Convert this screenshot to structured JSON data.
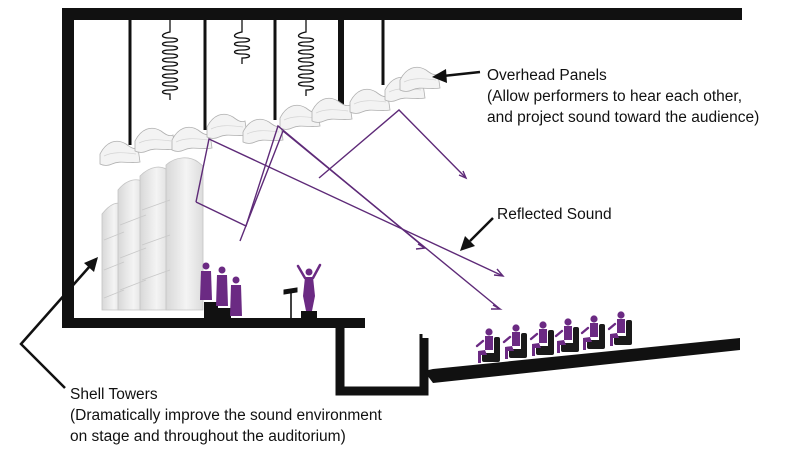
{
  "labels": {
    "overhead_panels": {
      "title": "Overhead Panels",
      "desc_line1": "(Allow performers to hear each other,",
      "desc_line2": "and project sound toward the audience)"
    },
    "reflected_sound": {
      "title": "Reflected Sound"
    },
    "shell_towers": {
      "title": "Shell Towers",
      "desc_line1": "(Dramatically improve the sound environment",
      "desc_line2": "on stage and throughout the auditorium)"
    }
  },
  "colors": {
    "structure": "#111111",
    "sound_path": "#5e2a78",
    "figures": "#6b2a83",
    "panel_fill": "#f2f2f2",
    "panel_stroke": "#b8b8b8",
    "tower_fill": "#e6e6e6"
  },
  "icons": {
    "panel": "curved-reflector-panel",
    "counterweight": "coiled-spring",
    "performer": "standing-figure",
    "conductor": "conductor-figure",
    "audience": "seated-figure"
  }
}
